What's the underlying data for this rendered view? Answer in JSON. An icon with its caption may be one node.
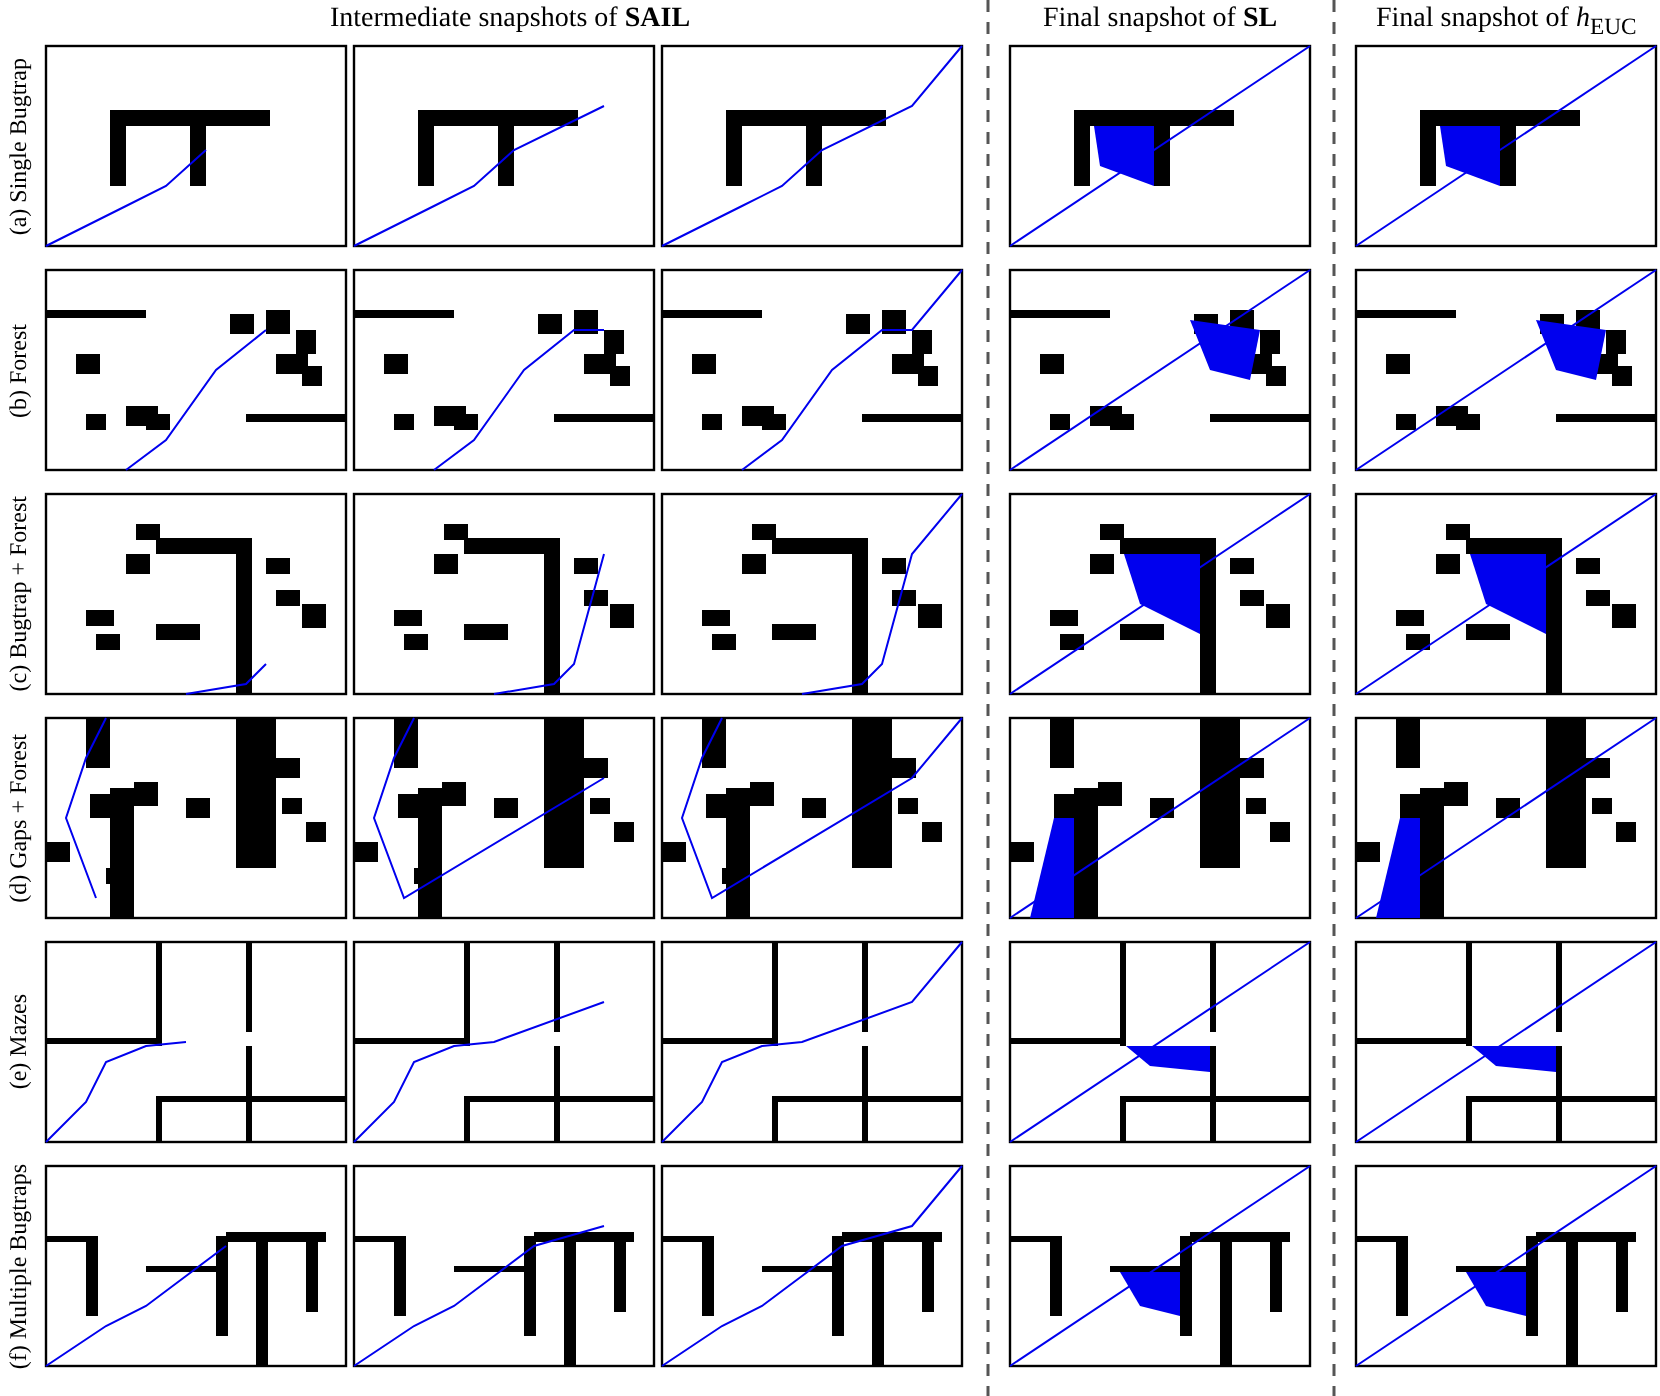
{
  "diagram": {
    "labels": [
      "Intermediate snapshots of **SAIL**",
      "Final snapshot of **SL**",
      "Final snapshot of *h*$_{EUC}$",
      "(a) Single Bugtrap",
      "(b) Forest",
      "(c) Bugtrap + Forest",
      "(d) Gaps + Forest",
      "(e) Mazes",
      "(f) Multiple Bugtraps"
    ]
  }
}
